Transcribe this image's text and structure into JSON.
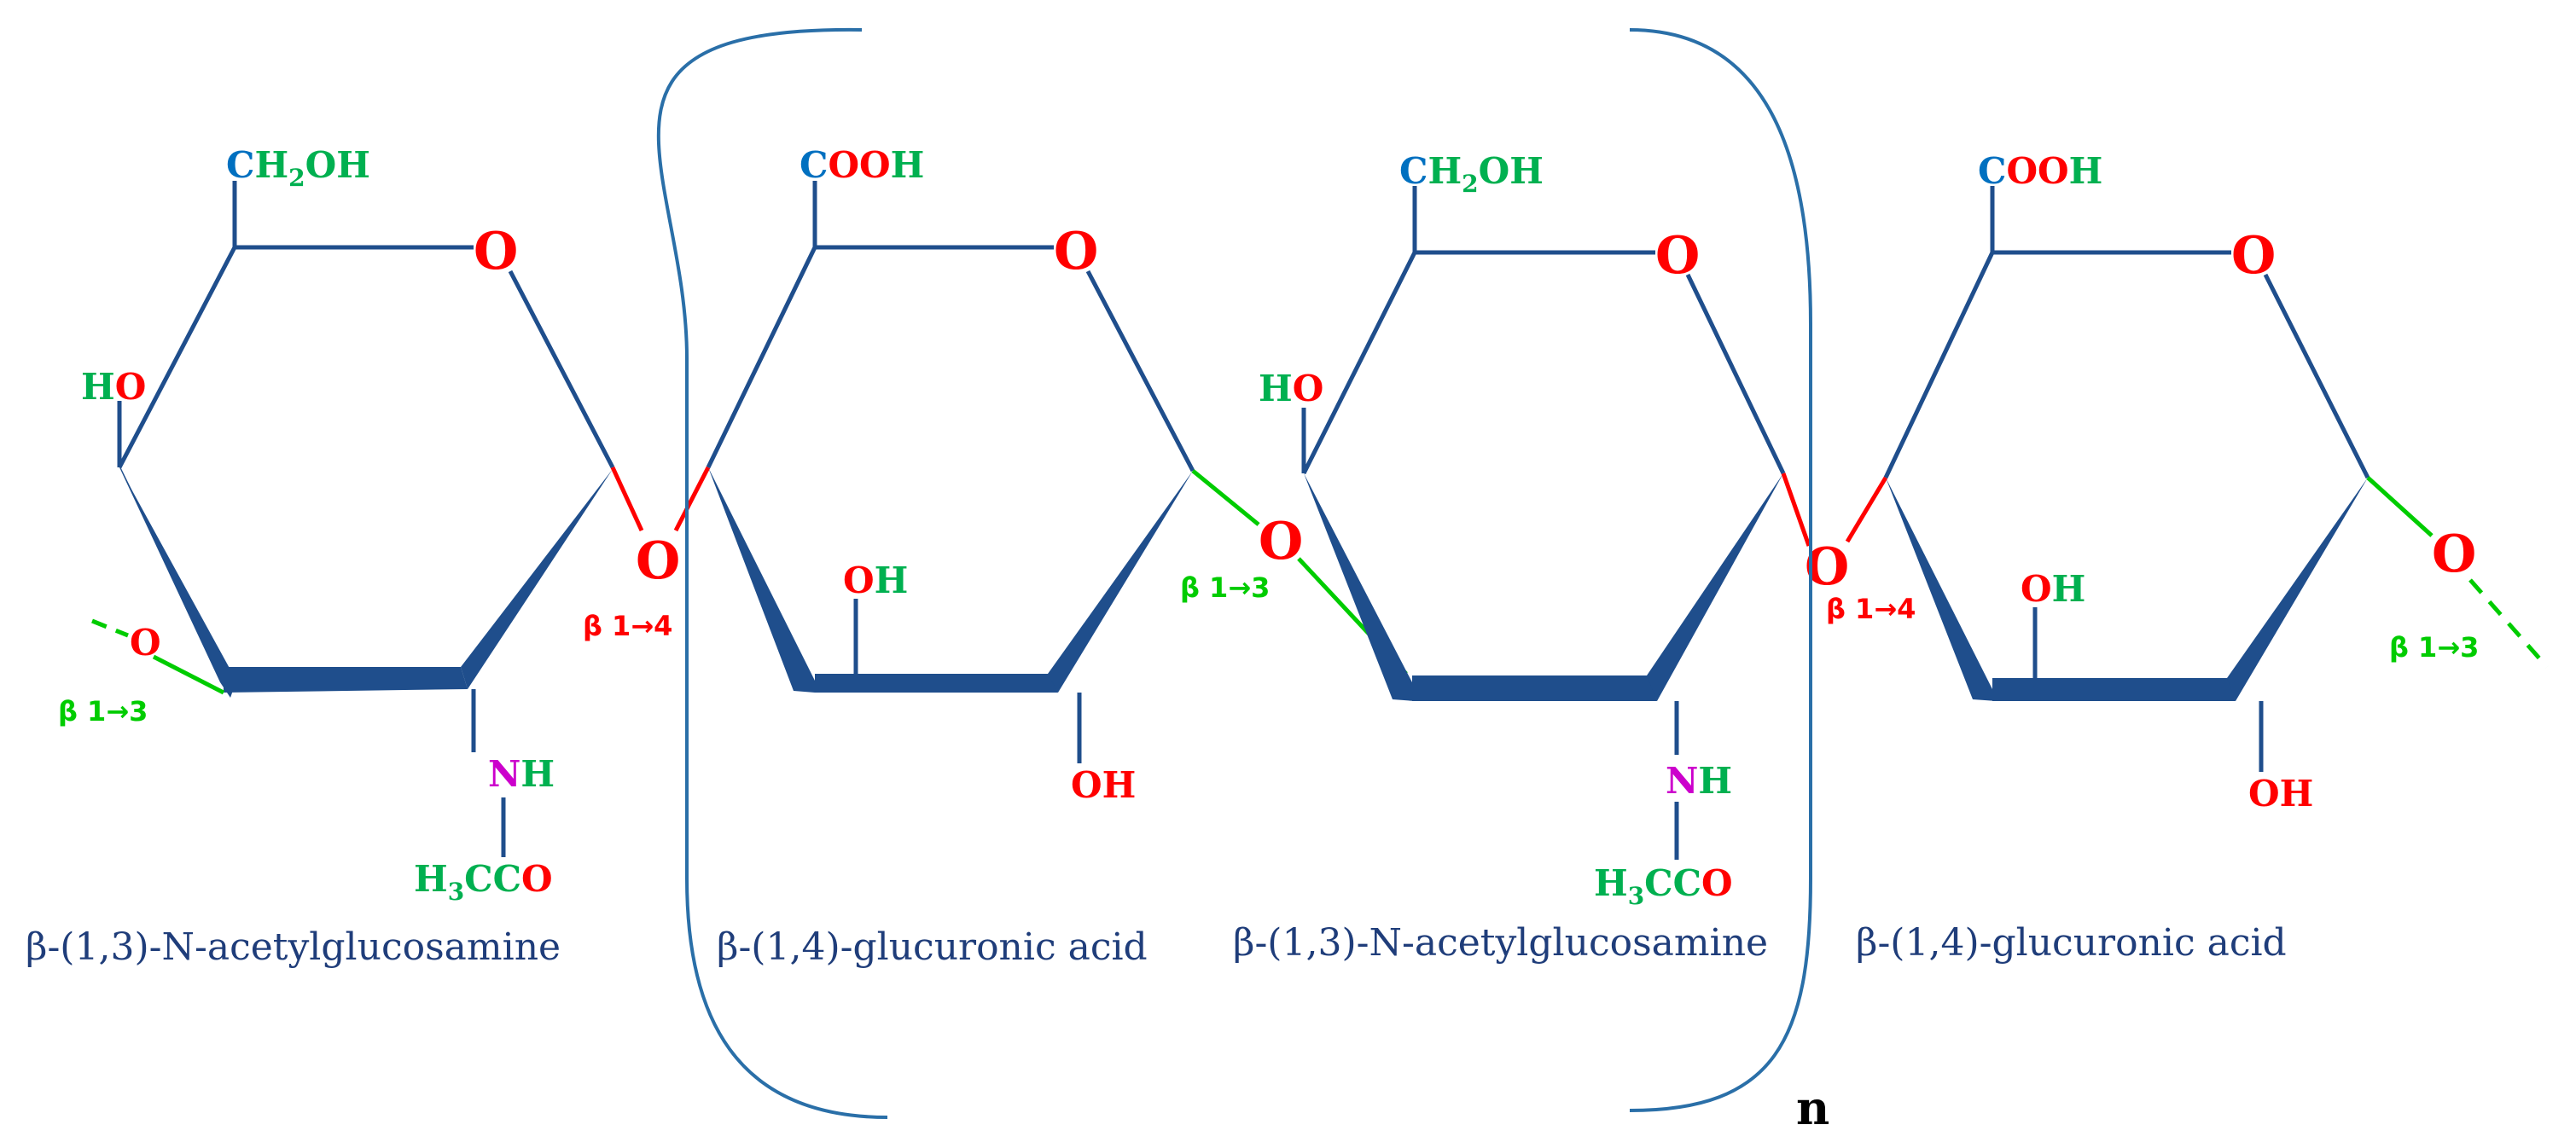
{
  "colors": {
    "bond": "#1f4e8c",
    "oxygen": "#ff0000",
    "hydroxyl_green": "#00b050",
    "carbon_blue": "#0070c0",
    "nitrogen": "#cc00cc",
    "link_beta13": "#00cc00",
    "link_beta14": "#ff0000",
    "caption": "#1f3d7a"
  },
  "ring_oxygen": "O",
  "glycosidic_oxygen": "O",
  "groups": {
    "ch2oh": {
      "c": "C",
      "h2": "H",
      "sub": "2",
      "oh": "OH"
    },
    "cooh": {
      "c": "C",
      "oo": "OO",
      "h": "H"
    },
    "ho": {
      "h": "H",
      "o": "O"
    },
    "oh": {
      "o": "O",
      "h": "H"
    },
    "nh": {
      "n": "N",
      "h": "H"
    },
    "acetyl": {
      "h": "H",
      "sub": "3",
      "cc": "CC",
      "o": "O"
    }
  },
  "linkages": {
    "beta13": "β 1→3",
    "beta14": "β 1→4"
  },
  "captions": {
    "unit1": "β-(1,3)-N-acetylglucosamine",
    "unit2": "β-(1,4)-glucuronic acid",
    "unit3": "β-(1,3)-N-acetylglucosamine",
    "unit4": "β-(1,4)-glucuronic acid"
  },
  "repeat_label": "n"
}
